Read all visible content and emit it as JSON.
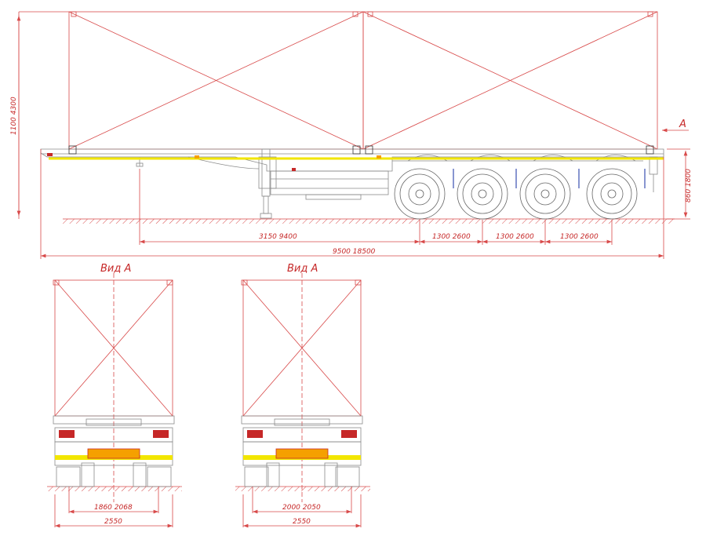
{
  "colors": {
    "line": "#d84a4a",
    "frame": "#8a8a8a",
    "accent": "#f2e600",
    "lamp": "#c62828",
    "reflector": "#f5a000",
    "background": "#ffffff"
  },
  "side_view": {
    "view_marker": "A",
    "height_dim": "1100  4300",
    "deck_height_dim": "860  1800",
    "kingpin_to_axle_dim": "3150  9400",
    "axle_spacing_dims": [
      "1300  2600",
      "1300  2600",
      "1300  2600"
    ],
    "overall_length_dim": "9500  18500",
    "axle_count": 4
  },
  "rear_views": [
    {
      "title": "Вид А",
      "track_dim": "1860  2068",
      "width_dim": "2550"
    },
    {
      "title": "Вид А",
      "track_dim": "2000  2050",
      "width_dim": "2550"
    }
  ]
}
